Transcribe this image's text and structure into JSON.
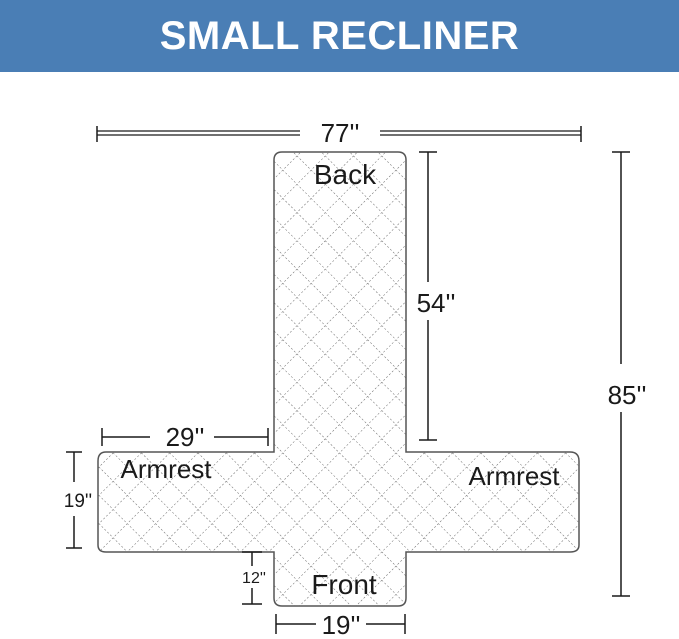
{
  "banner": {
    "title": "SMALL RECLINER",
    "color": "#4a7eb5"
  },
  "labels": {
    "back": "Back",
    "armrest_left": "Armrest",
    "armrest_right": "Armrest",
    "front": "Front"
  },
  "dimensions": {
    "overall_width": "77''",
    "back_length": "54''",
    "overall_length": "85''",
    "armrest_width": "29''",
    "armrest_depth": "19''",
    "front_drop": "12''",
    "front_width": "19''"
  },
  "colors": {
    "line": "#1a1a1a",
    "outline": "#555555",
    "quilt": "#666666"
  }
}
